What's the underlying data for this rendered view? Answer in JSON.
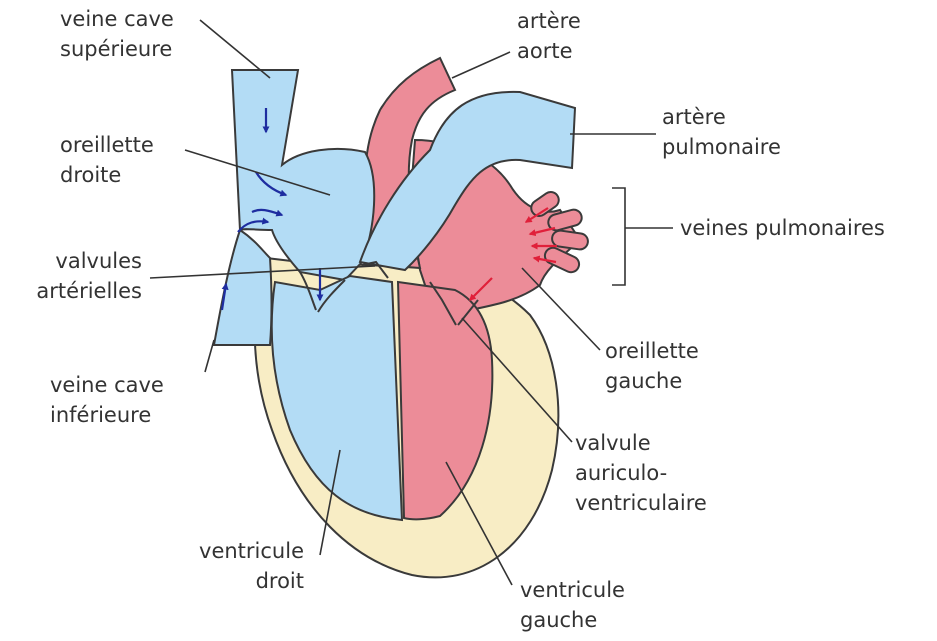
{
  "colors": {
    "deoxygenated": "#b3dcf5",
    "oxygenated": "#ec8c98",
    "muscle_wall": "#f8edc5",
    "outline": "#3a3a3a",
    "flow_arrow": "#1e2da0",
    "flow_arrow_left": "#e0203a"
  },
  "labels": {
    "vcs": [
      "veine cave",
      "supérieure"
    ],
    "od": [
      "oreillette",
      "droite"
    ],
    "va": [
      "valvules",
      "artérielles"
    ],
    "vci": [
      "veine cave",
      "inférieure"
    ],
    "vd": [
      "ventricule",
      "droit"
    ],
    "aa": [
      "artère",
      "aorte"
    ],
    "ap": [
      "artère",
      "pulmonaire"
    ],
    "vp": "veines pulmonaires",
    "og": [
      "oreillette",
      "gauche"
    ],
    "vav": [
      "valvule",
      "auriculo-",
      "ventriculaire"
    ],
    "vg": [
      "ventricule",
      "gauche"
    ]
  }
}
